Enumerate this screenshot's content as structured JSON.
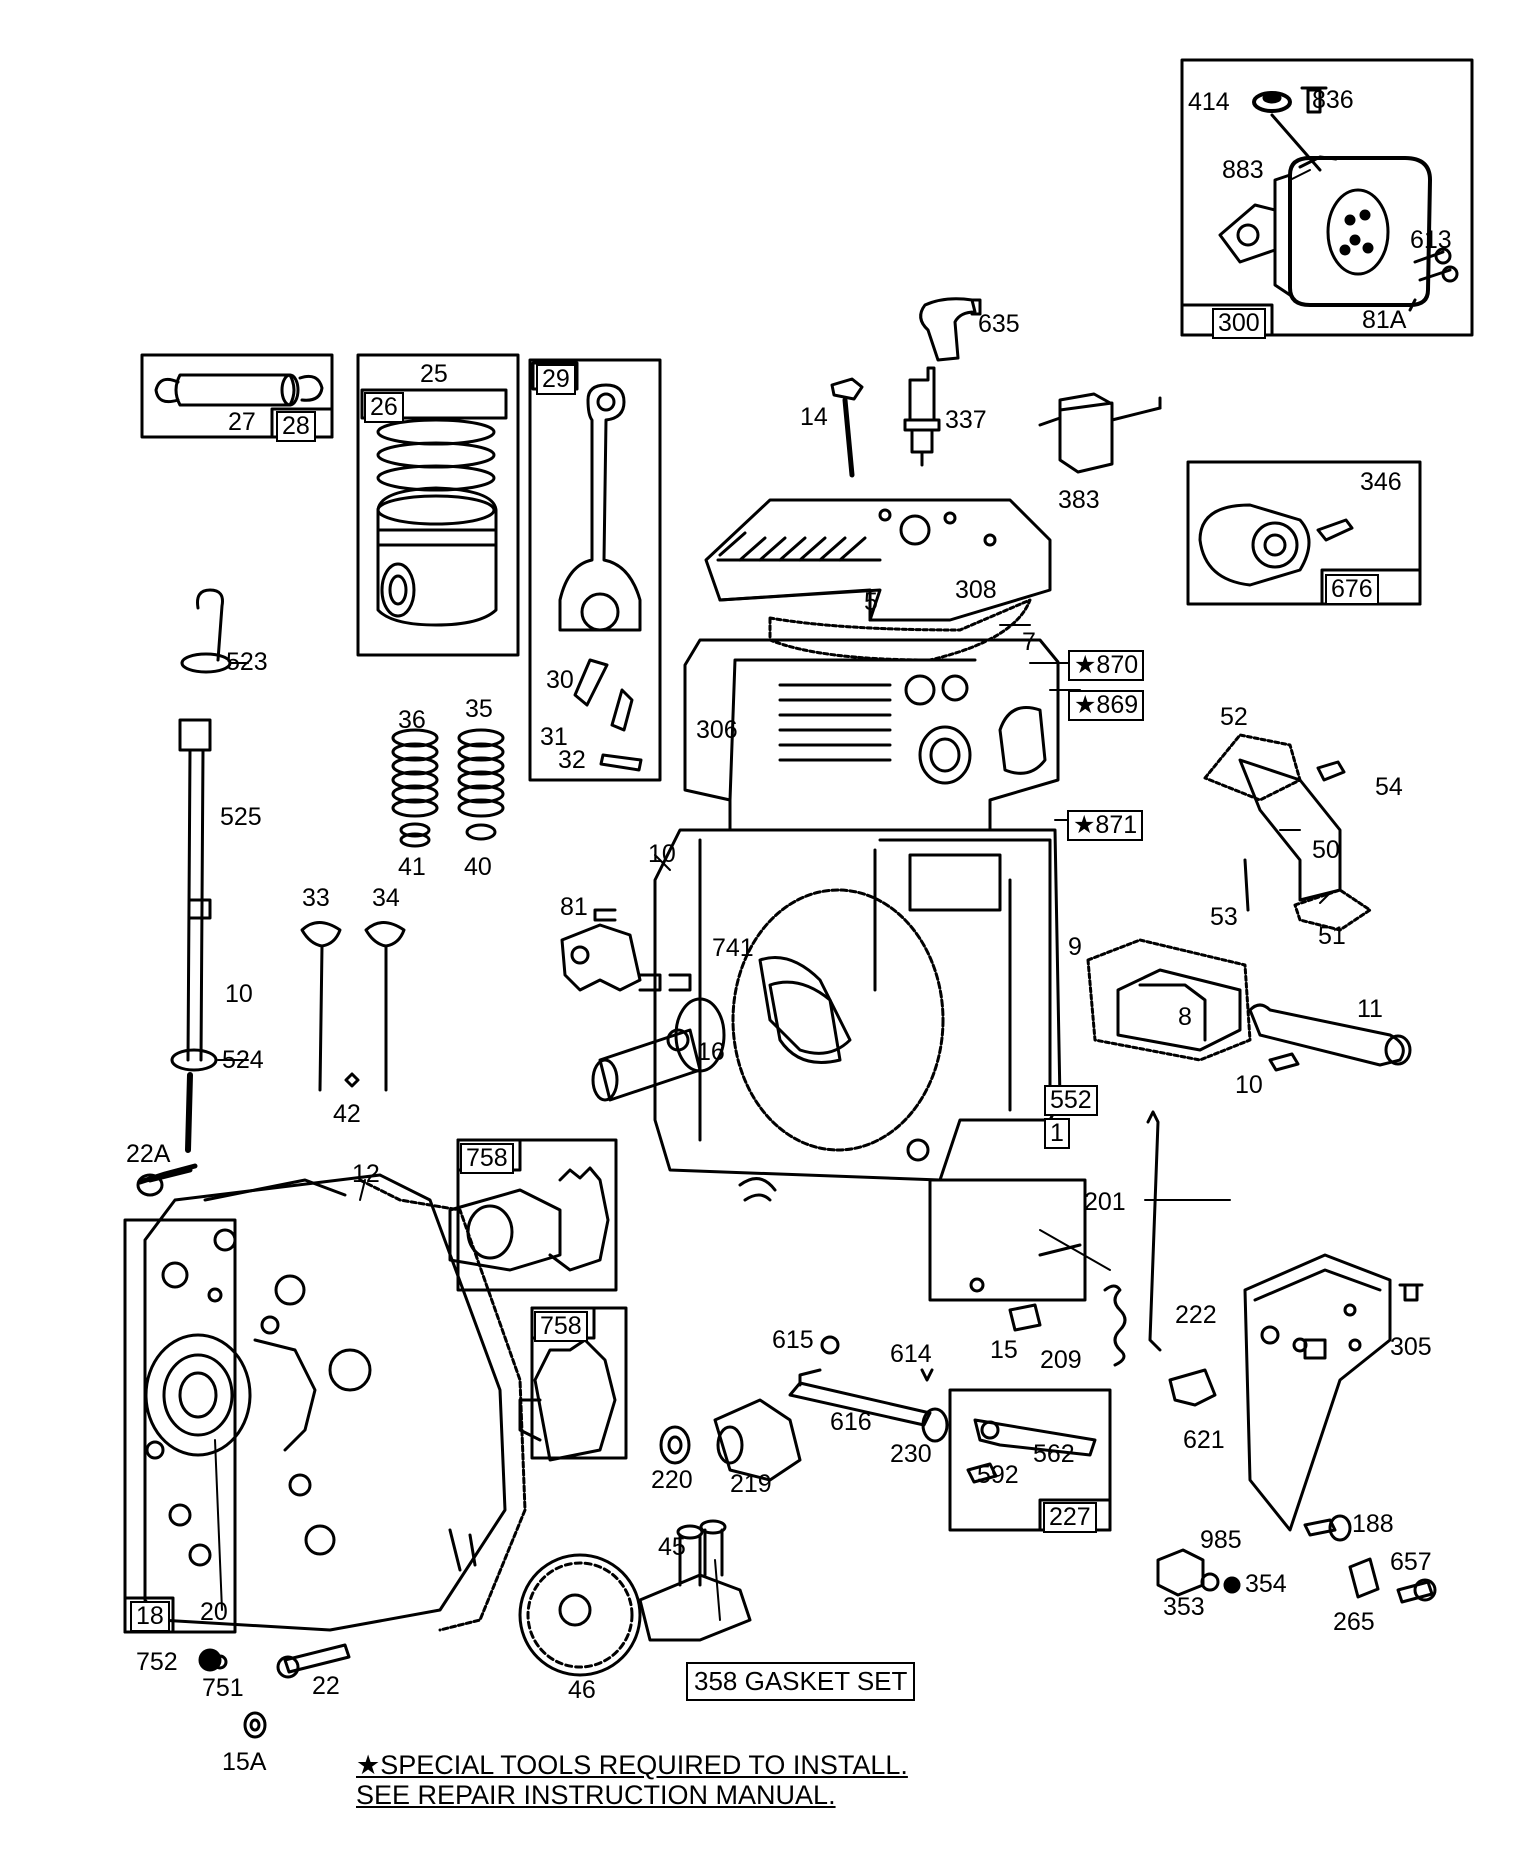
{
  "footnote": {
    "line1": "★SPECIAL TOOLS REQUIRED TO INSTALL.",
    "line2": "SEE REPAIR INSTRUCTION MANUAL."
  },
  "gasket_set": "358 GASKET SET",
  "labels": [
    {
      "id": "414",
      "text": "414",
      "boxed": false
    },
    {
      "id": "836",
      "text": "836",
      "boxed": false
    },
    {
      "id": "883",
      "text": "883",
      "boxed": false
    },
    {
      "id": "613",
      "text": "613",
      "boxed": false
    },
    {
      "id": "300",
      "text": "300",
      "boxed": true
    },
    {
      "id": "81A",
      "text": "81A",
      "boxed": false
    },
    {
      "id": "635",
      "text": "635",
      "boxed": false
    },
    {
      "id": "14",
      "text": "14",
      "boxed": false
    },
    {
      "id": "337",
      "text": "337",
      "boxed": false
    },
    {
      "id": "383",
      "text": "383",
      "boxed": false
    },
    {
      "id": "346",
      "text": "346",
      "boxed": false
    },
    {
      "id": "676",
      "text": "676",
      "boxed": true
    },
    {
      "id": "27",
      "text": "27",
      "boxed": false
    },
    {
      "id": "28",
      "text": "28",
      "boxed": true
    },
    {
      "id": "25",
      "text": "25",
      "boxed": false
    },
    {
      "id": "26",
      "text": "26",
      "boxed": true
    },
    {
      "id": "29",
      "text": "29",
      "boxed": true
    },
    {
      "id": "5",
      "text": "5",
      "boxed": false
    },
    {
      "id": "308",
      "text": "308",
      "boxed": false
    },
    {
      "id": "7",
      "text": "7",
      "boxed": false
    },
    {
      "id": "870",
      "text": "★870",
      "boxed": true
    },
    {
      "id": "869",
      "text": "★869",
      "boxed": true
    },
    {
      "id": "523",
      "text": "523",
      "boxed": false
    },
    {
      "id": "306",
      "text": "306",
      "boxed": false
    },
    {
      "id": "30",
      "text": "30",
      "boxed": false
    },
    {
      "id": "31",
      "text": "31",
      "boxed": false
    },
    {
      "id": "32",
      "text": "32",
      "boxed": false
    },
    {
      "id": "36",
      "text": "36",
      "boxed": false
    },
    {
      "id": "35",
      "text": "35",
      "boxed": false
    },
    {
      "id": "52",
      "text": "52",
      "boxed": false
    },
    {
      "id": "54",
      "text": "54",
      "boxed": false
    },
    {
      "id": "525",
      "text": "525",
      "boxed": false
    },
    {
      "id": "41",
      "text": "41",
      "boxed": false
    },
    {
      "id": "40",
      "text": "40",
      "boxed": false
    },
    {
      "id": "10a",
      "text": "10",
      "boxed": false
    },
    {
      "id": "871",
      "text": "★871",
      "boxed": true
    },
    {
      "id": "50",
      "text": "50",
      "boxed": false
    },
    {
      "id": "33",
      "text": "33",
      "boxed": false
    },
    {
      "id": "34",
      "text": "34",
      "boxed": false
    },
    {
      "id": "81",
      "text": "81",
      "boxed": false
    },
    {
      "id": "53",
      "text": "53",
      "boxed": false
    },
    {
      "id": "51",
      "text": "51",
      "boxed": false
    },
    {
      "id": "741",
      "text": "741",
      "boxed": false
    },
    {
      "id": "9",
      "text": "9",
      "boxed": false
    },
    {
      "id": "10b",
      "text": "10",
      "boxed": false
    },
    {
      "id": "8",
      "text": "8",
      "boxed": false
    },
    {
      "id": "11",
      "text": "11",
      "boxed": false
    },
    {
      "id": "16",
      "text": "16",
      "boxed": false
    },
    {
      "id": "524",
      "text": "524",
      "boxed": false
    },
    {
      "id": "42",
      "text": "42",
      "boxed": false
    },
    {
      "id": "10c",
      "text": "10",
      "boxed": false
    },
    {
      "id": "552",
      "text": "552",
      "boxed": true
    },
    {
      "id": "1",
      "text": "1",
      "boxed": true
    },
    {
      "id": "22A",
      "text": "22A",
      "boxed": false
    },
    {
      "id": "12",
      "text": "12",
      "boxed": false
    },
    {
      "id": "758a",
      "text": "758",
      "boxed": true
    },
    {
      "id": "201",
      "text": "201",
      "boxed": false
    },
    {
      "id": "758b",
      "text": "758",
      "boxed": true
    },
    {
      "id": "222",
      "text": "222",
      "boxed": false
    },
    {
      "id": "305",
      "text": "305",
      "boxed": false
    },
    {
      "id": "615",
      "text": "615",
      "boxed": false
    },
    {
      "id": "614",
      "text": "614",
      "boxed": false
    },
    {
      "id": "15",
      "text": "15",
      "boxed": false
    },
    {
      "id": "209",
      "text": "209",
      "boxed": false
    },
    {
      "id": "616",
      "text": "616",
      "boxed": false
    },
    {
      "id": "621",
      "text": "621",
      "boxed": false
    },
    {
      "id": "230",
      "text": "230",
      "boxed": false
    },
    {
      "id": "562",
      "text": "562",
      "boxed": false
    },
    {
      "id": "592",
      "text": "592",
      "boxed": false
    },
    {
      "id": "220",
      "text": "220",
      "boxed": false
    },
    {
      "id": "219",
      "text": "219",
      "boxed": false
    },
    {
      "id": "227",
      "text": "227",
      "boxed": true
    },
    {
      "id": "188",
      "text": "188",
      "boxed": false
    },
    {
      "id": "985",
      "text": "985",
      "boxed": false
    },
    {
      "id": "657",
      "text": "657",
      "boxed": false
    },
    {
      "id": "45",
      "text": "45",
      "boxed": false
    },
    {
      "id": "354",
      "text": "354",
      "boxed": false
    },
    {
      "id": "353",
      "text": "353",
      "boxed": false
    },
    {
      "id": "265",
      "text": "265",
      "boxed": false
    },
    {
      "id": "18",
      "text": "18",
      "boxed": true
    },
    {
      "id": "20",
      "text": "20",
      "boxed": false
    },
    {
      "id": "752",
      "text": "752",
      "boxed": false
    },
    {
      "id": "751",
      "text": "751",
      "boxed": false
    },
    {
      "id": "22",
      "text": "22",
      "boxed": false
    },
    {
      "id": "46",
      "text": "46",
      "boxed": false
    },
    {
      "id": "15A",
      "text": "15A",
      "boxed": false
    }
  ]
}
